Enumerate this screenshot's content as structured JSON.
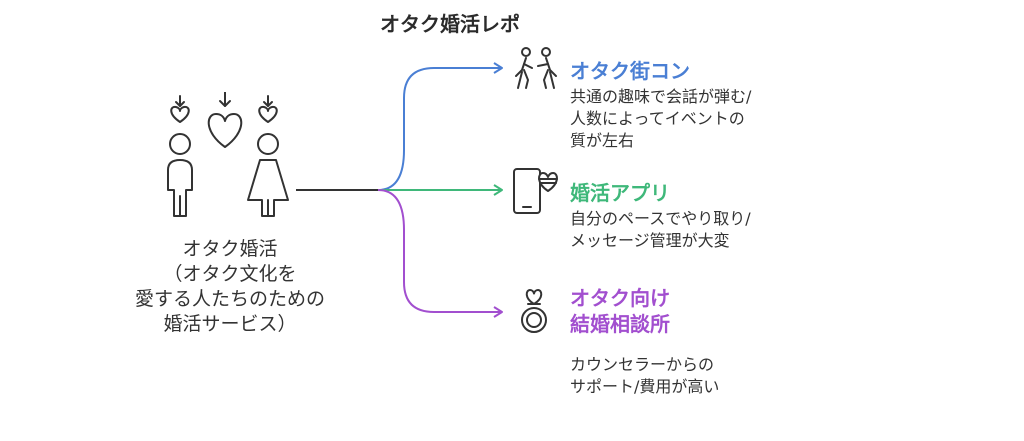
{
  "title": "オタク婚活レポ",
  "center": {
    "lines": [
      "オタク婚活",
      "（オタク文化を",
      "愛する人たちのための",
      "婚活サービス）"
    ]
  },
  "branches": [
    {
      "title_lines": [
        "オタク街コン"
      ],
      "desc_lines": [
        "共通の趣味で会話が弾む/",
        "人数によってイベントの",
        "質が左右"
      ],
      "color": "#4a7fd4",
      "icon": "people-walking-icon"
    },
    {
      "title_lines": [
        "婚活アプリ"
      ],
      "desc_lines": [
        "自分のペースでやり取り/",
        "メッセージ管理が大変"
      ],
      "color": "#3fb87a",
      "icon": "phone-heart-icon"
    },
    {
      "title_lines": [
        "オタク向け",
        "結婚相談所"
      ],
      "desc_lines": [
        "カウンセラーからの",
        "サポート/費用が高い"
      ],
      "color": "#a24fcf",
      "icon": "heart-ring-icon"
    }
  ],
  "colors": {
    "stem": "#333333",
    "branch_top": "#4a7fd4",
    "branch_middle": "#3fb87a",
    "branch_bottom": "#a24fcf"
  }
}
